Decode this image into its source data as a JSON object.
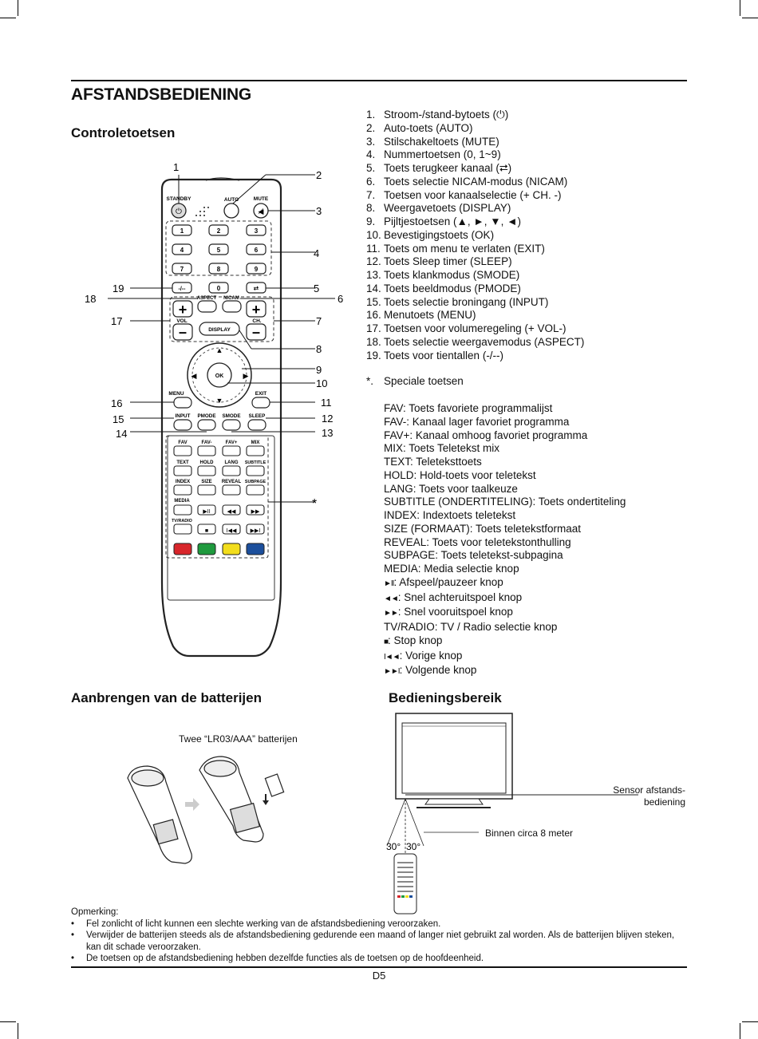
{
  "title": "AFSTANDSBEDIENING",
  "sections": {
    "controls": "Controletoetsen",
    "batteries": "Aanbrengen van de batterijen",
    "range": "Bedieningsbereik"
  },
  "callouts": [
    "1",
    "2",
    "3",
    "4",
    "5",
    "6",
    "7",
    "8",
    "9",
    "10",
    "11",
    "12",
    "13",
    "14",
    "15",
    "16",
    "17",
    "18",
    "19",
    "*"
  ],
  "remote_labels": {
    "standby": "STANDBY",
    "auto": "AUTO",
    "mute": "MUTE",
    "digits": [
      "1",
      "2",
      "3",
      "4",
      "5",
      "6",
      "7",
      "8",
      "9",
      "0"
    ],
    "dash": "-/--",
    "aspect": "ASPECT",
    "nicam": "NICAM",
    "vol": "VOL",
    "ch": "CH.",
    "display": "DISPLAY",
    "ok": "OK",
    "menu": "MENU",
    "exit": "EXIT",
    "input": "INPUT",
    "pmode": "PMODE",
    "smode": "SMODE",
    "sleep": "SLEEP",
    "fav": "FAV",
    "favminus": "FAV-",
    "favplus": "FAV+",
    "mix": "MIX",
    "text": "TEXT",
    "hold": "HOLD",
    "lang": "LANG",
    "subtitle": "SUBTITLE",
    "index": "INDEX",
    "size": "SIZE",
    "reveal": "REVEAL",
    "subpage": "SUBPAGE",
    "media": "MEDIA",
    "tvradio": "TV/RADIO"
  },
  "color_keys": [
    "#d8262b",
    "#1f9a3e",
    "#f2dd1c",
    "#1c4f9c"
  ],
  "items": [
    {
      "num": "1.",
      "text": "Stroom-/stand-bytoets (⏻)"
    },
    {
      "num": "2.",
      "text": "Auto-toets (AUTO)"
    },
    {
      "num": "3.",
      "text": "Stilschakeltoets (MUTE)"
    },
    {
      "num": "4.",
      "text": "Nummertoetsen (0, 1~9)"
    },
    {
      "num": "5.",
      "text": "Toets terugkeer kanaal (⮂)"
    },
    {
      "num": "6.",
      "text": "Toets selectie NICAM-modus (NICAM)"
    },
    {
      "num": "7.",
      "text": "Toetsen voor kanaalselectie (+ CH. -)"
    },
    {
      "num": "8.",
      "text": "Weergavetoets (DISPLAY)"
    },
    {
      "num": "9.",
      "text": "Pijltjestoetsen (▲, ►, ▼, ◄)"
    },
    {
      "num": "10.",
      "text": "Bevestigingstoets (OK)"
    },
    {
      "num": "11.",
      "text": "Toets om menu te verlaten (EXIT)"
    },
    {
      "num": "12.",
      "text": "Toets Sleep timer (SLEEP)"
    },
    {
      "num": "13.",
      "text": "Toets klankmodus (SMODE)"
    },
    {
      "num": "14.",
      "text": "Toets beeldmodus (PMODE)"
    },
    {
      "num": "15.",
      "text": "Toets selectie broningang (INPUT)"
    },
    {
      "num": "16.",
      "text": "Menutoets (MENU)"
    },
    {
      "num": "17.",
      "text": "Toetsen voor volumeregeling (+ VOL-)"
    },
    {
      "num": "18.",
      "text": "Toets selectie weergavemodus (ASPECT)"
    },
    {
      "num": "19.",
      "text": "Toets voor tientallen (-/--)"
    }
  ],
  "special": {
    "num": "*.",
    "text": "Speciale toetsen"
  },
  "definitions": [
    {
      "sym": "",
      "text": "FAV: Toets favoriete programmalijst"
    },
    {
      "sym": "",
      "text": "FAV-: Kanaal lager favoriet programma"
    },
    {
      "sym": "",
      "text": "FAV+: Kanaal omhoog favoriet programma"
    },
    {
      "sym": "",
      "text": "MIX: Toets Teletekst mix"
    },
    {
      "sym": "",
      "text": "TEXT: Teleteksttoets"
    },
    {
      "sym": "",
      "text": "HOLD: Hold-toets voor teletekst"
    },
    {
      "sym": "",
      "text": "LANG: Toets voor taalkeuze"
    },
    {
      "sym": "",
      "text": "SUBTITLE (ONDERTITELING): Toets ondertiteling"
    },
    {
      "sym": "",
      "text": "INDEX: Indextoets teletekst"
    },
    {
      "sym": "",
      "text": "SIZE (FORMAAT): Toets teletekstformaat"
    },
    {
      "sym": "",
      "text": "REVEAL: Toets voor teletekstonthulling"
    },
    {
      "sym": "",
      "text": "SUBPAGE: Toets teletekst-subpagina"
    },
    {
      "sym": "",
      "text": "MEDIA: Media selectie knop"
    },
    {
      "sym": "►II",
      "text": ": Afspeel/pauzeer knop"
    },
    {
      "sym": "◄◄",
      "text": ": Snel achteruitspoel knop"
    },
    {
      "sym": "►►",
      "text": ": Snel vooruitspoel knop"
    },
    {
      "sym": "",
      "text": "TV/RADIO: TV / Radio selectie knop"
    },
    {
      "sym": "■",
      "text": ": Stop knop"
    },
    {
      "sym": "I◄◄",
      "text": ": Vorige knop"
    },
    {
      "sym": "►►I",
      "text": ": Volgende knop"
    }
  ],
  "battery_caption": "Twee “LR03/AAA” batterijen",
  "range_labels": {
    "sensor_line1": "Sensor afstands-",
    "sensor_line2": "bediening",
    "distance": "Binnen circa 8 meter",
    "angle_left": "30°",
    "angle_right": "30°"
  },
  "remarks": {
    "heading": "Opmerking:",
    "bullets": [
      "Fel zonlicht of licht kunnen een slechte werking van de afstandsbediening veroorzaken.",
      "Verwijder de batterijen steeds als de afstandsbediening gedurende een maand of langer niet gebruikt zal worden. Als de batterijen blijven steken, kan dit schade veroorzaken.",
      "De toetsen op de afstandsbediening hebben dezelfde functies als de toetsen op de hoofdeenheid."
    ]
  },
  "page_number": "D5"
}
